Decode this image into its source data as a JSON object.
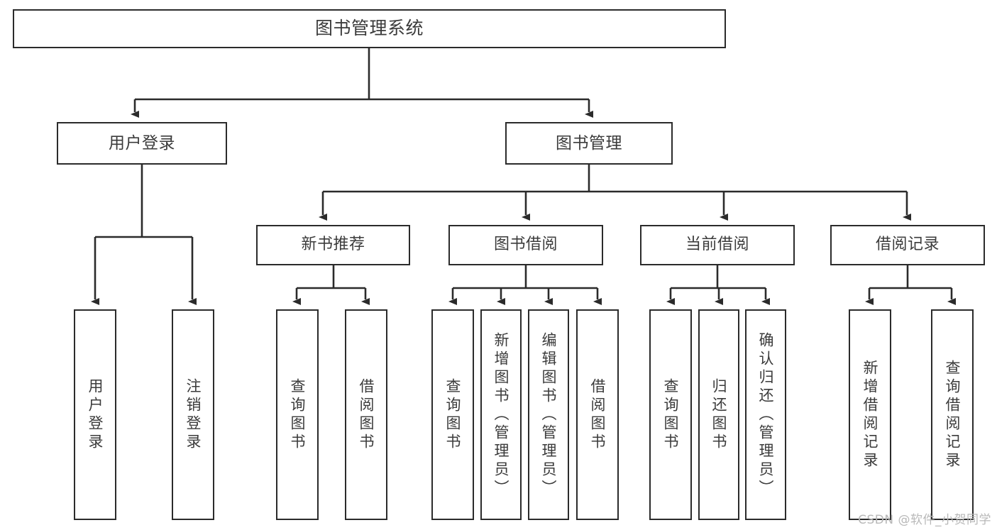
{
  "diagram": {
    "title": "图书管理系统",
    "root": {
      "label": "图书管理系统"
    },
    "level1": [
      {
        "label": "用户登录"
      },
      {
        "label": "图书管理"
      }
    ],
    "level2": [
      {
        "label": "新书推荐"
      },
      {
        "label": "图书借阅"
      },
      {
        "label": "当前借阅"
      },
      {
        "label": "借阅记录"
      }
    ],
    "leaves": {
      "user_login": [
        {
          "label": "用户登录"
        },
        {
          "label": "注销登录"
        }
      ],
      "new_book_recommend": [
        {
          "label": "查询图书"
        },
        {
          "label": "借阅图书"
        }
      ],
      "book_borrow": [
        {
          "label": "查询图书"
        },
        {
          "label": "新增图书（管理员）"
        },
        {
          "label": "编辑图书（管理员）"
        },
        {
          "label": "借阅图书"
        }
      ],
      "current_borrow": [
        {
          "label": "查询图书"
        },
        {
          "label": "归还图书"
        },
        {
          "label": "确认归还（管理员）"
        }
      ],
      "borrow_record": [
        {
          "label": "新增借阅记录"
        },
        {
          "label": "查询借阅记录"
        }
      ]
    },
    "watermark": "CSDN @软件_小贺同学",
    "colors": {
      "stroke": "#2b2b2b",
      "text": "#3b3b3b",
      "background": "#ffffff",
      "watermark": "#b8b8b8"
    }
  }
}
